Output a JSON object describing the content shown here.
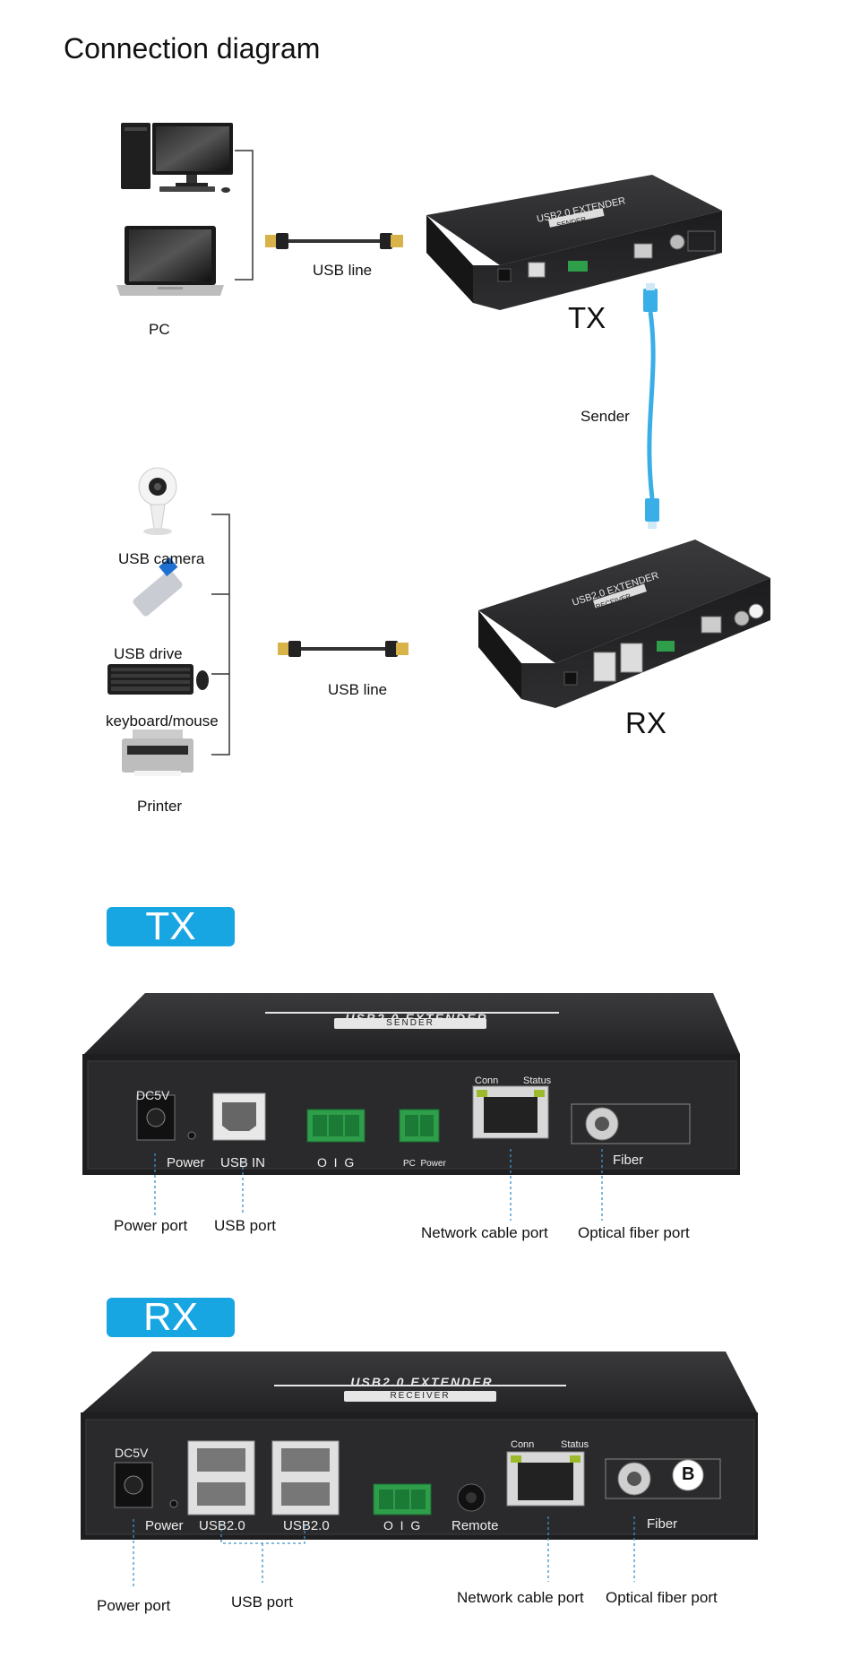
{
  "title": "Connection diagram",
  "top": {
    "pc_label": "PC",
    "usb_line_1": "USB line",
    "usb_line_2": "USB line",
    "tx_label": "TX",
    "rx_label": "RX",
    "sender_label": "Sender",
    "devices": [
      "USB camera",
      "USB drive",
      "keyboard/mouse",
      "Printer"
    ],
    "device_text": {
      "tx_title": "USB2.0 EXTENDER",
      "tx_sub": "SENDER",
      "rx_title": "USB2.0 EXTENDER",
      "rx_sub": "RECEIVER"
    }
  },
  "tx_section": {
    "tag": "TX",
    "panel_title": "USB2.0  EXTENDER",
    "panel_sub": "SENDER",
    "ports": {
      "dc5v": "DC5V",
      "power": "Power",
      "usb_in": "USB IN",
      "oig": "O  I  G",
      "pc_power": "PC  Power",
      "conn": "Conn",
      "status": "Status",
      "fiber": "Fiber"
    },
    "callouts": {
      "power_port": "Power port",
      "usb_port": "USB port",
      "network_port": "Network cable port",
      "fiber_port": "Optical fiber port"
    }
  },
  "rx_section": {
    "tag": "RX",
    "panel_title": "USB2.0  EXTENDER",
    "panel_sub": "RECEIVER",
    "ports": {
      "dc5v": "DC5V",
      "power": "Power",
      "usb1": "USB2.0",
      "usb2": "USB2.0",
      "oig": "O  I  G",
      "remote": "Remote",
      "conn": "Conn",
      "status": "Status",
      "fiber": "Fiber",
      "b": "B"
    },
    "callouts": {
      "power_port": "Power port",
      "usb_port": "USB port",
      "network_port": "Network cable port",
      "fiber_port": "Optical fiber port"
    }
  },
  "colors": {
    "accent": "#18a6e3",
    "device_body": "#2b2b2d",
    "callout_line": "#3a93c9",
    "terminal_green": "#2e9e4a",
    "ethernet_cable": "#3aaee6"
  }
}
